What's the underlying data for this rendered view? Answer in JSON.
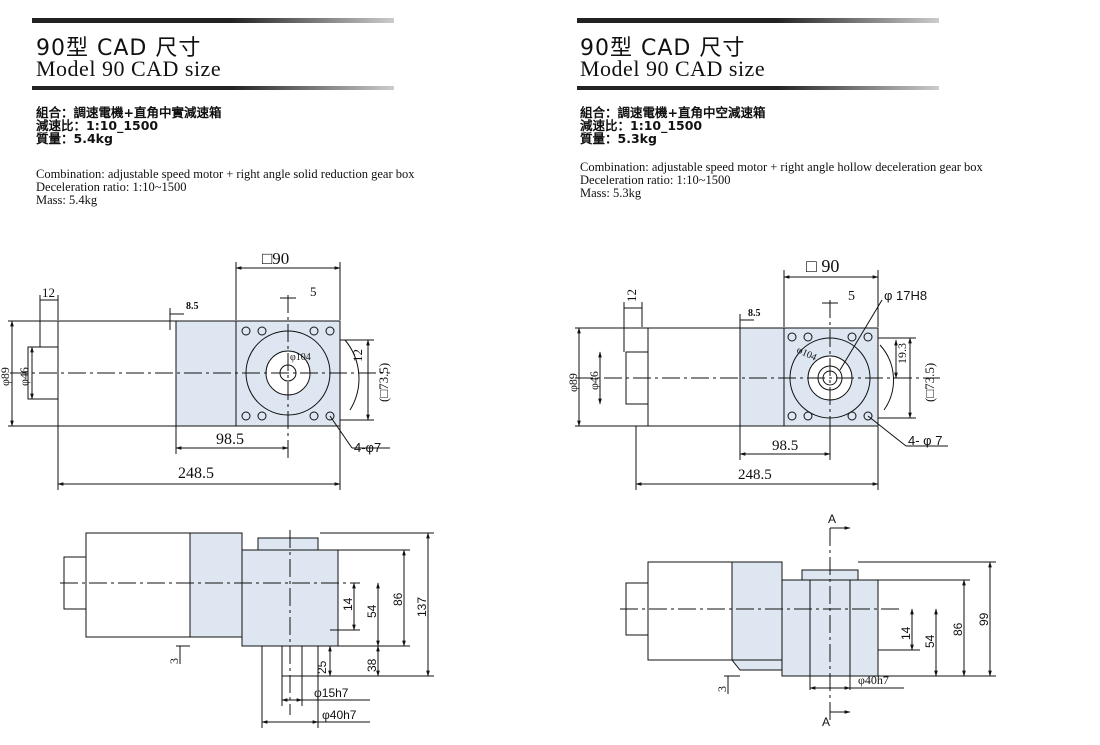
{
  "left": {
    "title_zh": "90型 CAD 尺寸",
    "title_en": "Model 90  CAD size",
    "specs_zh": [
      "組合：調速電機+直角中實減速箱",
      "減速比：1:10_1500",
      "質量：5.4kg"
    ],
    "specs_en": [
      "Combination: adjustable speed motor + right angle solid reduction gear box",
      "Deceleration ratio: 1:10~1500",
      "Mass: 5.4kg"
    ],
    "dims": {
      "square": "□90",
      "d12": "12",
      "d8_5": "8.5",
      "d5": "5",
      "phi104": "φ104",
      "d12v": "12",
      "d73_5": "(□73.5)",
      "phi89": "φ89",
      "phi46": "φ46",
      "d98_5": "98.5",
      "d248_5": "248.5",
      "holes": "4-φ7",
      "d14": "14",
      "d54": "54",
      "d86": "86",
      "d137": "137",
      "d3": "3",
      "d25": "25",
      "d38": "38",
      "phi15": "φ15h7",
      "phi40": "φ40h7"
    }
  },
  "right": {
    "title_zh": "90型 CAD 尺寸",
    "title_en": "Model 90  CAD size",
    "specs_zh": [
      "組合：調速電機+直角中空減速箱",
      "減速比：1:10_1500",
      "質量：5.3kg"
    ],
    "specs_en": [
      "Combination: adjustable speed motor + right angle hollow deceleration gear box",
      "Deceleration ratio: 1:10~1500",
      "Mass: 5.3kg"
    ],
    "dims": {
      "square": "□ 90",
      "d12": "12",
      "d8_5": "8.5",
      "d5": "5",
      "phi17": "φ 17H8",
      "phi104": "φ104",
      "d19_3": "19.3",
      "d73_5": "(□73.5)",
      "phi89": "φ89",
      "phi46": "φ46",
      "d98_5": "98.5",
      "d248_5": "248.5",
      "holes": "4- φ 7",
      "sectionA": "A",
      "d14": "14",
      "d54": "54",
      "d86": "86",
      "d99": "99",
      "d3": "3",
      "phi40": "φ40h7"
    }
  },
  "colors": {
    "gearbox_fill": "#dde6f1",
    "line": "#111111",
    "rule_dark": "#222222",
    "rule_light": "#bbbbbb"
  }
}
